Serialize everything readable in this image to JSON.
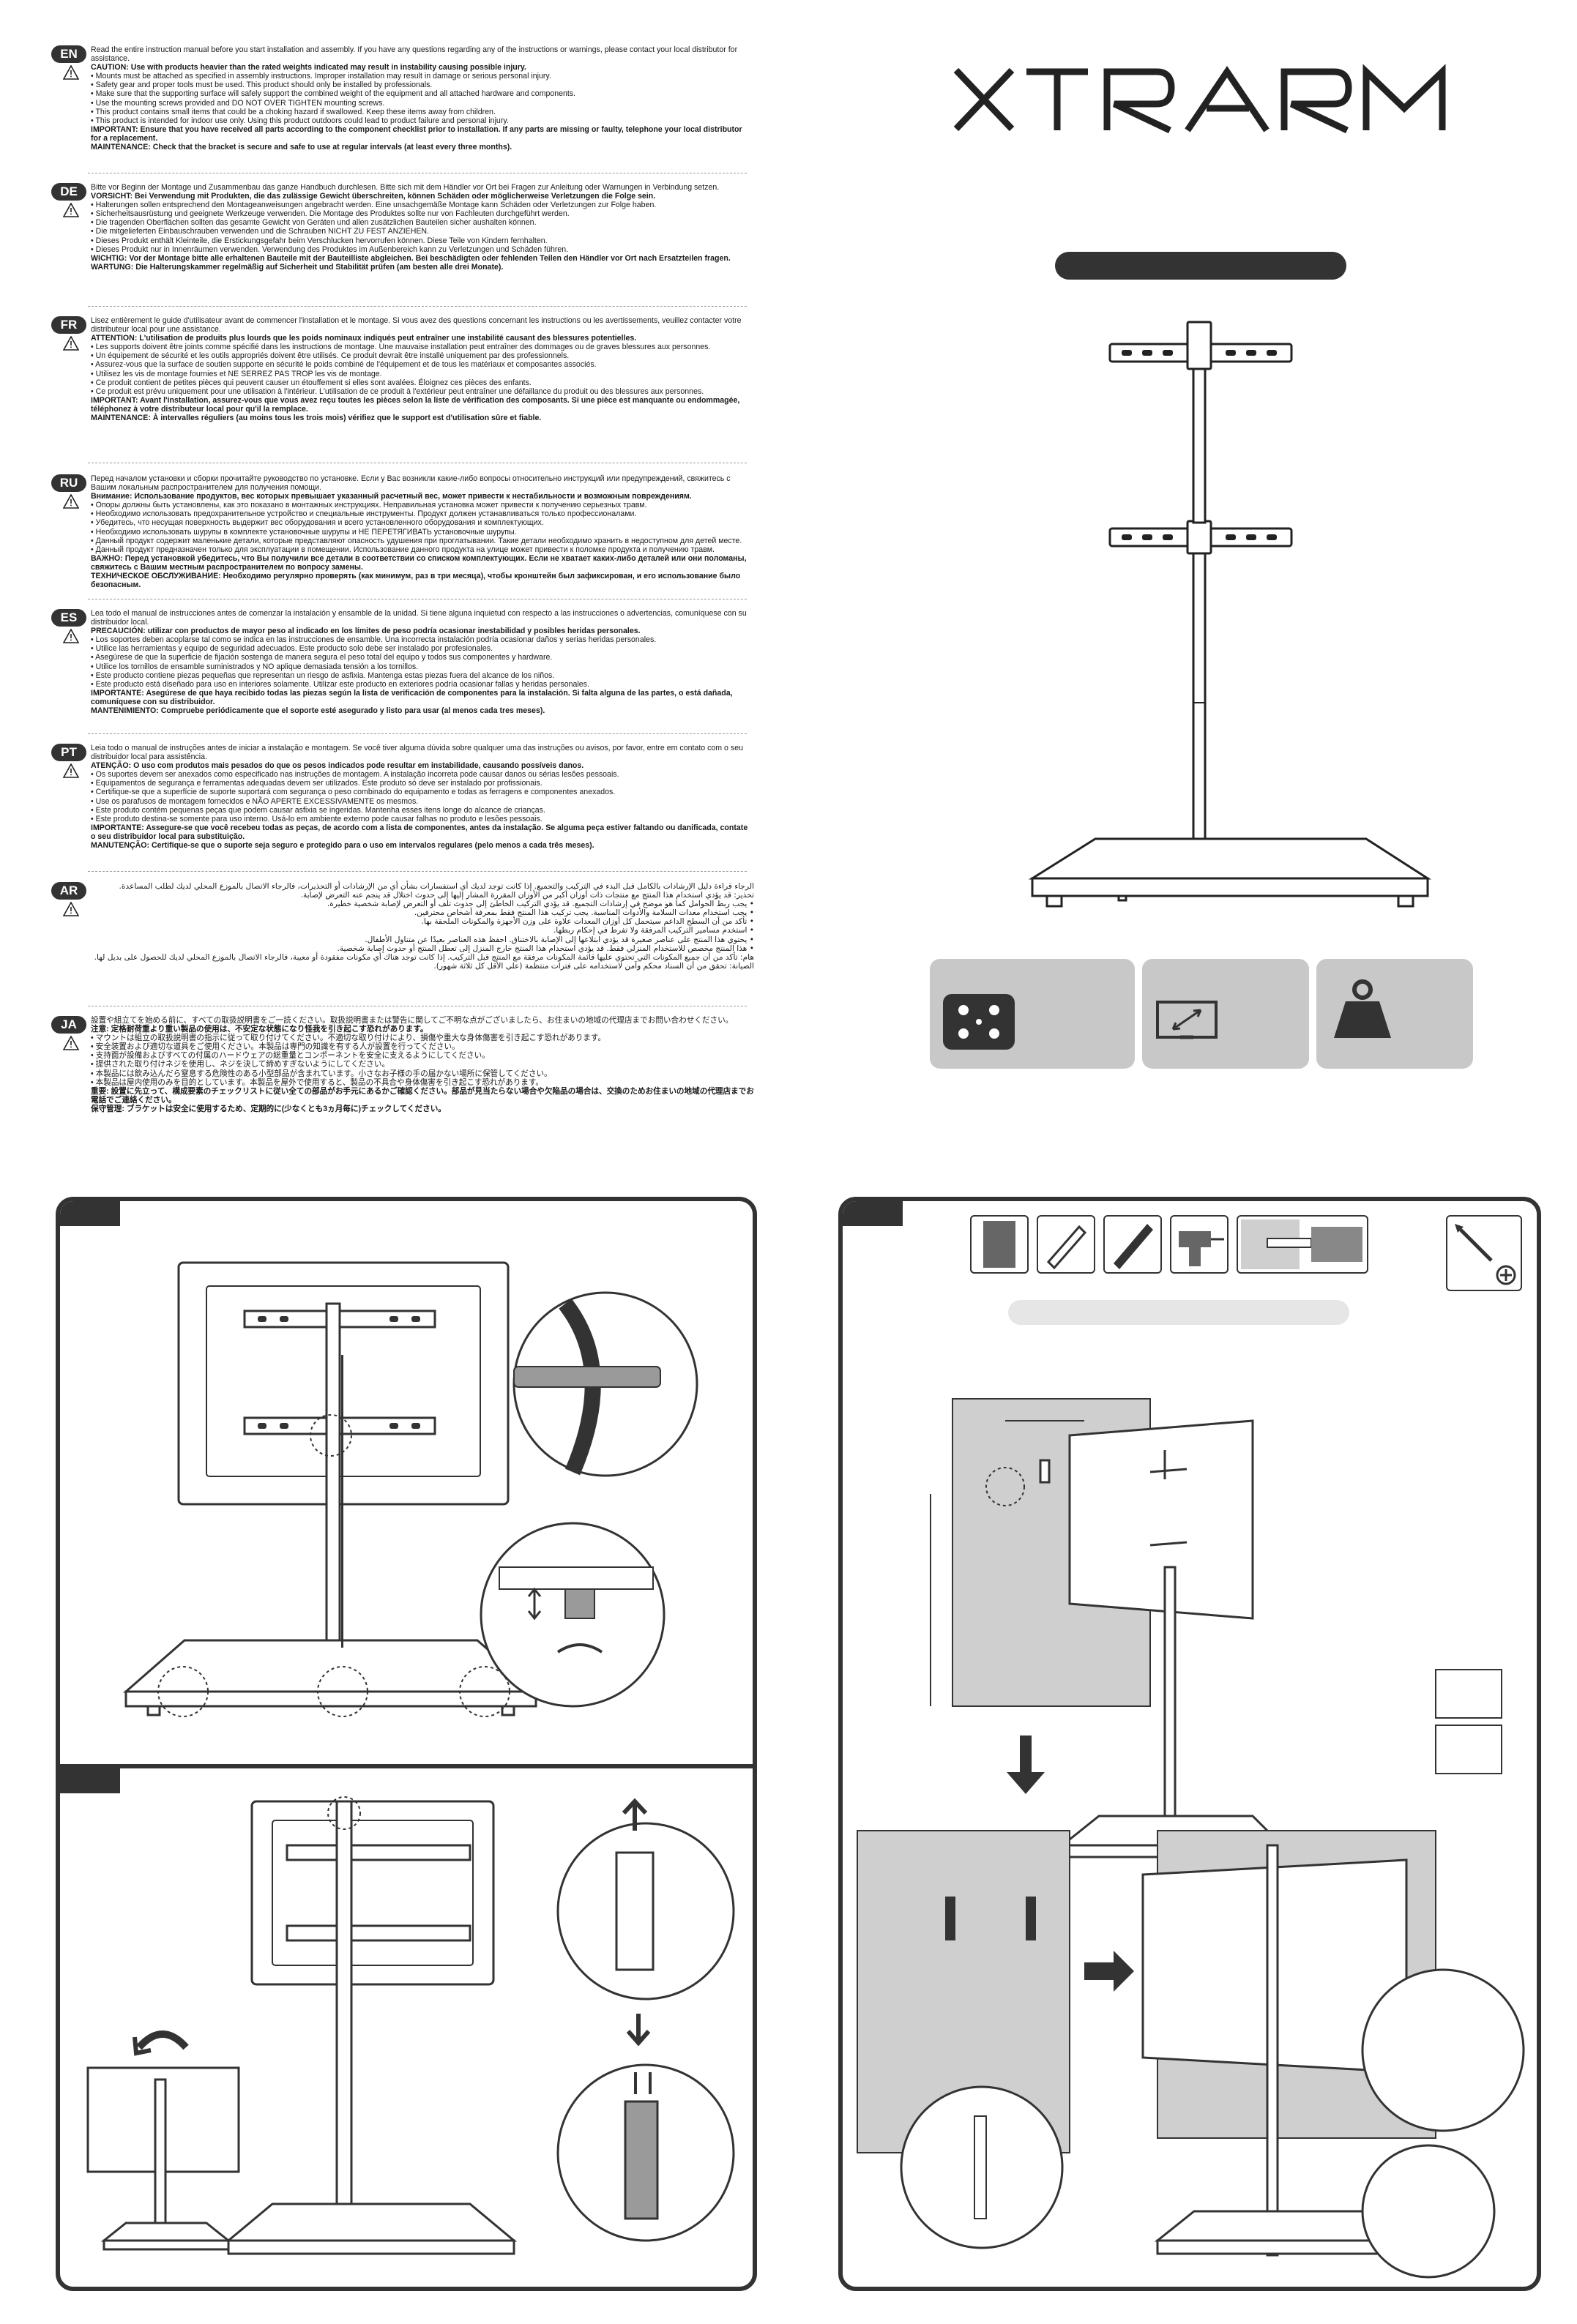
{
  "brand": {
    "name": "XTRARM"
  },
  "languages": [
    {
      "code": "EN",
      "rtl": false,
      "lines": [
        {
          "t": "Read the entire instruction manual before you start installation and assembly. If you have any questions regarding any of the instructions or warnings, please contact your local distributor for assistance."
        },
        {
          "t": "CAUTION: Use with products heavier than the rated weights indicated may result in instability causing possible injury.",
          "b": true
        },
        {
          "t": "• Mounts must be attached as specified in assembly instructions. Improper installation may result in damage or serious personal injury."
        },
        {
          "t": "• Safety gear and proper tools must be used. This product should only be installed by professionals."
        },
        {
          "t": "• Make sure that the supporting surface will safely support the combined weight of the equipment and all attached hardware and components."
        },
        {
          "t": "• Use the mounting screws provided and DO NOT OVER TIGHTEN mounting screws."
        },
        {
          "t": "• This product contains small items that could be a choking hazard if swallowed. Keep these items away from children."
        },
        {
          "t": "• This product is intended for indoor use only. Using this product outdoors could lead to product failure and personal injury."
        },
        {
          "t": "IMPORTANT: Ensure that you have received all parts according to the component checklist prior to installation. If any parts are missing or faulty, telephone your local distributor for a replacement.",
          "b": true
        },
        {
          "t": "MAINTENANCE: Check that the bracket is secure and safe to use at regular intervals (at least every three months).",
          "b": true
        }
      ]
    },
    {
      "code": "DE",
      "rtl": false,
      "lines": [
        {
          "t": "Bitte vor Beginn der Montage und Zusammenbau das ganze Handbuch durchlesen. Bitte sich mit dem Händler vor Ort bei Fragen zur Anleitung oder Warnungen in Verbindung setzen."
        },
        {
          "t": "VORSICHT: Bei Verwendung mit Produkten, die das zulässige Gewicht überschreiten, können Schäden oder möglicherweise Verletzungen die Folge sein.",
          "b": true
        },
        {
          "t": "• Halterungen sollen entsprechend den Montageanweisungen angebracht werden. Eine unsachgemäße Montage kann Schäden oder Verletzungen zur Folge haben."
        },
        {
          "t": "• Sicherheitsausrüstung und geeignete Werkzeuge verwenden. Die Montage des Produktes sollte nur von Fachleuten durchgeführt werden."
        },
        {
          "t": "• Die tragenden Oberflächen sollten das gesamte Gewicht von Geräten und allen zusätzlichen Bauteilen sicher aushalten können."
        },
        {
          "t": "• Die mitgelieferten Einbauschrauben verwenden und die Schrauben NICHT ZU FEST ANZIEHEN."
        },
        {
          "t": "• Dieses Produkt enthält Kleinteile, die Erstickungsgefahr beim Verschlucken hervorrufen können. Diese Teile von Kindern fernhalten."
        },
        {
          "t": "• Dieses Produkt nur in Innenräumen verwenden. Verwendung des Produktes im Außenbereich kann zu Verletzungen und Schäden führen."
        },
        {
          "t": "WICHTIG: Vor der Montage bitte alle erhaltenen Bauteile mit der Bauteilliste abgleichen. Bei beschädigten oder fehlenden Teilen den Händler vor Ort nach Ersatzteilen fragen.",
          "b": true
        },
        {
          "t": "WARTUNG: Die Halterungskammer regelmäßig auf Sicherheit und Stabilität prüfen (am besten alle drei Monate).",
          "b": true
        }
      ]
    },
    {
      "code": "FR",
      "rtl": false,
      "lines": [
        {
          "t": "Lisez entièrement le guide d'utilisateur avant de commencer l'installation et le montage. Si vous avez des questions concernant les instructions ou les avertissements, veuillez contacter votre distributeur local pour une assistance."
        },
        {
          "t": "ATTENTION: L'utilisation de produits plus lourds que les poids nominaux indiqués peut entraîner une instabilité causant des blessures potentielles.",
          "b": true
        },
        {
          "t": "• Les supports doivent être joints comme spécifié dans les instructions de montage. Une mauvaise installation peut entraîner des dommages ou de graves blessures aux personnes."
        },
        {
          "t": "• Un équipement de sécurité et les outils appropriés doivent être utilisés. Ce produit devrait être installé uniquement par des professionnels."
        },
        {
          "t": "• Assurez-vous que la surface de soutien supporte en sécurité le poids combiné de l'équipement et de tous les matériaux et composantes associés."
        },
        {
          "t": "• Utilisez les vis de montage fournies et NE SERREZ PAS TROP les vis de montage."
        },
        {
          "t": "• Ce produit contient de petites pièces qui peuvent causer un étouffement si elles sont avalées. Éloignez ces pièces des enfants."
        },
        {
          "t": "• Ce produit est prévu uniquement pour une utilisation à l'intérieur. L'utilisation de ce produit à l'extérieur peut entraîner une défaillance du produit ou des blessures aux personnes."
        },
        {
          "t": "IMPORTANT: Avant l'installation, assurez-vous que vous avez reçu toutes les pièces selon la liste de vérification des composants. Si une pièce est manquante ou endommagée, téléphonez à votre distributeur local pour qu'il la remplace.",
          "b": true
        },
        {
          "t": "MAINTENANCE: À intervalles réguliers (au moins tous les trois mois) vérifiez que le support est d'utilisation sûre et fiable.",
          "b": true
        }
      ]
    },
    {
      "code": "RU",
      "rtl": false,
      "lines": [
        {
          "t": "Перед началом установки и сборки прочитайте руководство по установке. Если у Вас возникли какие-либо вопросы относительно инструкций или предупреждений, свяжитесь с Вашим локальным распространителем для получения помощи."
        },
        {
          "t": "Внимание: Использование продуктов, вес которых превышает указанный расчетный вес, может привести к нестабильности и возможным повреждениям.",
          "b": true
        },
        {
          "t": "• Опоры должны быть установлены, как это показано в монтажных инструкциях. Неправильная установка может привести к получению серьезных травм."
        },
        {
          "t": "• Необходимо использовать предохранительное устройство и специальные инструменты. Продукт должен устанавливаться только профессионалами."
        },
        {
          "t": "• Убедитесь, что несущая поверхность выдержит вес оборудования и всего установленного оборудования и комплектующих."
        },
        {
          "t": "• Необходимо использовать шурупы в комплекте установочные шурупы и НЕ ПЕРЕТЯГИВАТЬ установочные шурупы."
        },
        {
          "t": "• Данный продукт содержит маленькие детали, которые представляют опасность удушения при проглатывании. Такие детали необходимо хранить в недоступном для детей месте."
        },
        {
          "t": "• Данный продукт предназначен только для эксплуатации в помещении. Использование данного продукта на улице может привести к поломке продукта и получению травм."
        },
        {
          "t": "ВАЖНО: Перед установкой убедитесь, что Вы получили все детали в соответствии со списком комплектующих. Если не хватает каких-либо деталей или они поломаны, свяжитесь с Вашим местным распространителем по вопросу замены.",
          "b": true
        },
        {
          "t": "ТЕХНИЧЕСКОЕ ОБСЛУЖИВАНИЕ: Необходимо регулярно проверять (как минимум, раз в три месяца), чтобы кронштейн был зафиксирован, и его использование было безопасным.",
          "b": true
        }
      ]
    },
    {
      "code": "ES",
      "rtl": false,
      "lines": [
        {
          "t": "Lea todo el manual de instrucciones antes de comenzar la instalación y ensamble de la unidad. Si tiene alguna inquietud con respecto a las instrucciones o advertencias, comuníquese con su distribuidor local."
        },
        {
          "t": "PRECAUCIÓN: utilizar con productos de mayor peso al indicado en los límites de peso podría ocasionar inestabilidad y posibles heridas personales.",
          "b": true
        },
        {
          "t": "• Los soportes deben acoplarse tal como se indica en las instrucciones de ensamble. Una incorrecta instalación podría ocasionar daños y serias heridas personales."
        },
        {
          "t": "• Utilice las herramientas y equipo de seguridad adecuados. Este producto solo debe ser instalado por profesionales."
        },
        {
          "t": "• Asegúrese de que la superficie de fijación sostenga de manera segura el peso total del equipo y todos sus componentes y hardware."
        },
        {
          "t": "• Utilice los tornillos de ensamble suministrados y NO aplique demasiada tensión a los tornillos."
        },
        {
          "t": "• Este producto contiene piezas pequeñas que representan un riesgo de asfixia. Mantenga estas piezas fuera del alcance de los niños."
        },
        {
          "t": "• Este producto está diseñado para uso en interiores solamente. Utilizar este producto en exteriores podría ocasionar fallas y heridas personales."
        },
        {
          "t": "IMPORTANTE: Asegúrese de que haya recibido todas las piezas según la lista de verificación de componentes para la instalación. Si falta alguna de las partes, o está dañada, comuníquese con su distribuidor.",
          "b": true
        },
        {
          "t": "MANTENIMIENTO: Compruebe periódicamente que el soporte esté asegurado y listo para usar (al menos cada tres meses).",
          "b": true
        }
      ]
    },
    {
      "code": "PT",
      "rtl": false,
      "lines": [
        {
          "t": "Leia todo o manual de instruções antes de iniciar a instalação e montagem. Se você tiver alguma dúvida sobre qualquer uma das instruções ou avisos, por favor, entre em contato com o seu distribuidor local para assistência."
        },
        {
          "t": "ATENÇÃO: O uso com produtos mais pesados do que os pesos indicados pode resultar em instabilidade, causando possíveis danos.",
          "b": true
        },
        {
          "t": "• Os suportes devem ser anexados como especificado nas instruções de montagem. A instalação incorreta pode causar danos ou sérias lesões pessoais."
        },
        {
          "t": "• Equipamentos de segurança e ferramentas adequadas devem ser utilizados. Este produto só deve ser instalado por profissionais."
        },
        {
          "t": "• Certifique-se que a superfície de suporte suportará com segurança o peso combinado do equipamento e todas as ferragens e componentes anexados."
        },
        {
          "t": "• Use os parafusos de montagem fornecidos e NÃO APERTE EXCESSIVAMENTE os mesmos."
        },
        {
          "t": "• Este produto contém pequenas peças que podem causar asfixia se ingeridas. Mantenha esses itens longe do alcance de crianças."
        },
        {
          "t": "• Este produto destina-se somente para uso interno. Usá-lo em ambiente externo pode causar falhas no produto e lesões pessoais."
        },
        {
          "t": "IMPORTANTE: Assegure-se que você recebeu todas as peças, de acordo com a lista de componentes, antes da instalação. Se alguma peça estiver faltando ou danificada, contate o seu distribuidor local para substituição.",
          "b": true
        },
        {
          "t": "MANUTENÇÃO: Certifique-se que o suporte seja seguro e protegido para o uso em intervalos regulares (pelo menos a cada três meses).",
          "b": true
        }
      ]
    },
    {
      "code": "AR",
      "rtl": true,
      "lines": [
        {
          "t": "الرجاء قراءة دليل الإرشادات بالكامل قبل البدء في التركيب والتجميع. إذا كانت توجد لديك أي استفسارات بشأن أي من الإرشادات أو التحذيرات، فالرجاء الاتصال بالموزع المحلي لديك لطلب المساعدة."
        },
        {
          "t": "تحذير: قد يؤدي استخدام هذا المنتج مع منتجات ذات أوزان أكبر من الأوزان المقررة المشار إليها إلى حدوث اختلال قد ينجم عنه التعرض لإصابة."
        },
        {
          "t": "• يجب ربط الحوامل كما هو موضح في إرشادات التجميع. قد يؤدي التركيب الخاطئ إلى حدوث تلف أو التعرض لإصابة شخصية خطيرة."
        },
        {
          "t": "• يجب استخدام معدات السلامة والأدوات المناسبة. يجب تركيب هذا المنتج فقط بمعرفة أشخاص محترفين."
        },
        {
          "t": "• تأكد من أن السطح الداعم سيتحمل كل أوزان المعدات علاوة على وزن الأجهزة والمكونات الملحقة بها."
        },
        {
          "t": "• استخدم مسامير التركيب المرفقة ولا تفرط في إحكام ربطها."
        },
        {
          "t": "• يحتوي هذا المنتج على عناصر صغيرة قد يؤدي ابتلاعها إلى الإصابة بالاختناق. احفظ هذه العناصر بعيدًا عن متناول الأطفال."
        },
        {
          "t": "• هذا المنتج مخصص للاستخدام المنزلي فقط. قد يؤدي استخدام هذا المنتج خارج المنزل إلى تعطل المنتج أو حدوث إصابة شخصية."
        },
        {
          "t": "هام: تأكد من أن جميع المكونات التي تحتوي عليها قائمة المكونات مرفقة مع المنتج قبل التركيب. إذا كانت توجد هناك أي مكونات مفقودة أو معيبة، فالرجاء الاتصال بالموزع المحلي لديك للحصول على بديل لها."
        },
        {
          "t": "الصيانة: تحقق من أن السناد محكم وآمن لاستخدامه على فترات منتظمة (على الأقل كل ثلاثة شهور)."
        }
      ]
    },
    {
      "code": "JA",
      "rtl": false,
      "lines": [
        {
          "t": "設置や組立てを始める前に、すべての取扱説明書をご一読ください。取扱説明書または警告に関してご不明な点がございましたら、お住まいの地域の代理店までお問い合わせください。"
        },
        {
          "t": "注意: 定格耐荷重より重い製品の使用は、不安定な状態になり怪我を引き起こす恐れがあります。",
          "b": true
        },
        {
          "t": "• マウントは組立の取扱説明書の指示に従って取り付けてください。不適切な取り付けにより、損傷や重大な身体傷害を引き起こす恐れがあります。"
        },
        {
          "t": "• 安全装置および適切な道具をご使用ください。本製品は専門の知識を有する人が設置を行ってください。"
        },
        {
          "t": "• 支持面が設備およびすべての付属のハードウェアの総重量とコンポーネントを安全に支えるようにしてください。"
        },
        {
          "t": "• 提供された取り付けネジを使用し、ネジを決して締めすぎないようにしてください。"
        },
        {
          "t": "• 本製品には飲み込んだら窒息する危険性のある小型部品が含まれています。小さなお子様の手の届かない場所に保管してください。"
        },
        {
          "t": "• 本製品は屋内使用のみを目的としています。本製品を屋外で使用すると、製品の不具合や身体傷害を引き起こす恐れがあります。"
        },
        {
          "t": "重要: 設置に先立って、構成要素のチェックリストに従い全ての部品がお手元にあるかご確認ください。部品が見当たらない場合や欠陥品の場合は、交換のためお住まいの地域の代理店までお電話でご連絡ください。",
          "b": true
        },
        {
          "t": "保守管理: ブラケットは安全に使用するため、定期的に(少なくとも3ヵ月毎に)チェックしてください。",
          "b": true
        }
      ]
    }
  ]
}
